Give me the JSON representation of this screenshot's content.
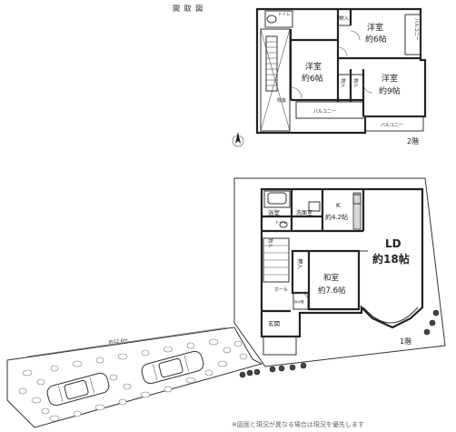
{
  "title": "間 取 図",
  "floor2": {
    "label": "2階",
    "rooms": {
      "western_a": {
        "name": "洋室",
        "size": "約6帖"
      },
      "western_b": {
        "name": "洋室",
        "size": "約6帖"
      },
      "western_c": {
        "name": "洋室",
        "size": "約9帖"
      },
      "toilet": "トイレ",
      "closet_a": "物入",
      "closet_b": "物入",
      "closet_c": "物入",
      "balcony_a": "バルコニー",
      "balcony_b": "バルコニー",
      "balcony_c": "バルコニー",
      "stair_void": "吹抜"
    }
  },
  "floor1": {
    "label": "1階",
    "rooms": {
      "bath": "浴室",
      "washroom": "洗面室",
      "toilet": "トイレ",
      "kitchen": {
        "name": "K",
        "size": "約4.2帖"
      },
      "ld": {
        "name": "LD",
        "size": "約18帖"
      },
      "japanese": {
        "name": "和室",
        "size": "約7.6帖"
      },
      "closet_a": "物入",
      "closet_b": "押入",
      "hall": "ホール",
      "entrance": "玄関",
      "tokonoma": "床の間"
    },
    "dimension": "約12.6m"
  },
  "bottom_note": "※図面と現況が異なる場合は現況を優先します"
}
